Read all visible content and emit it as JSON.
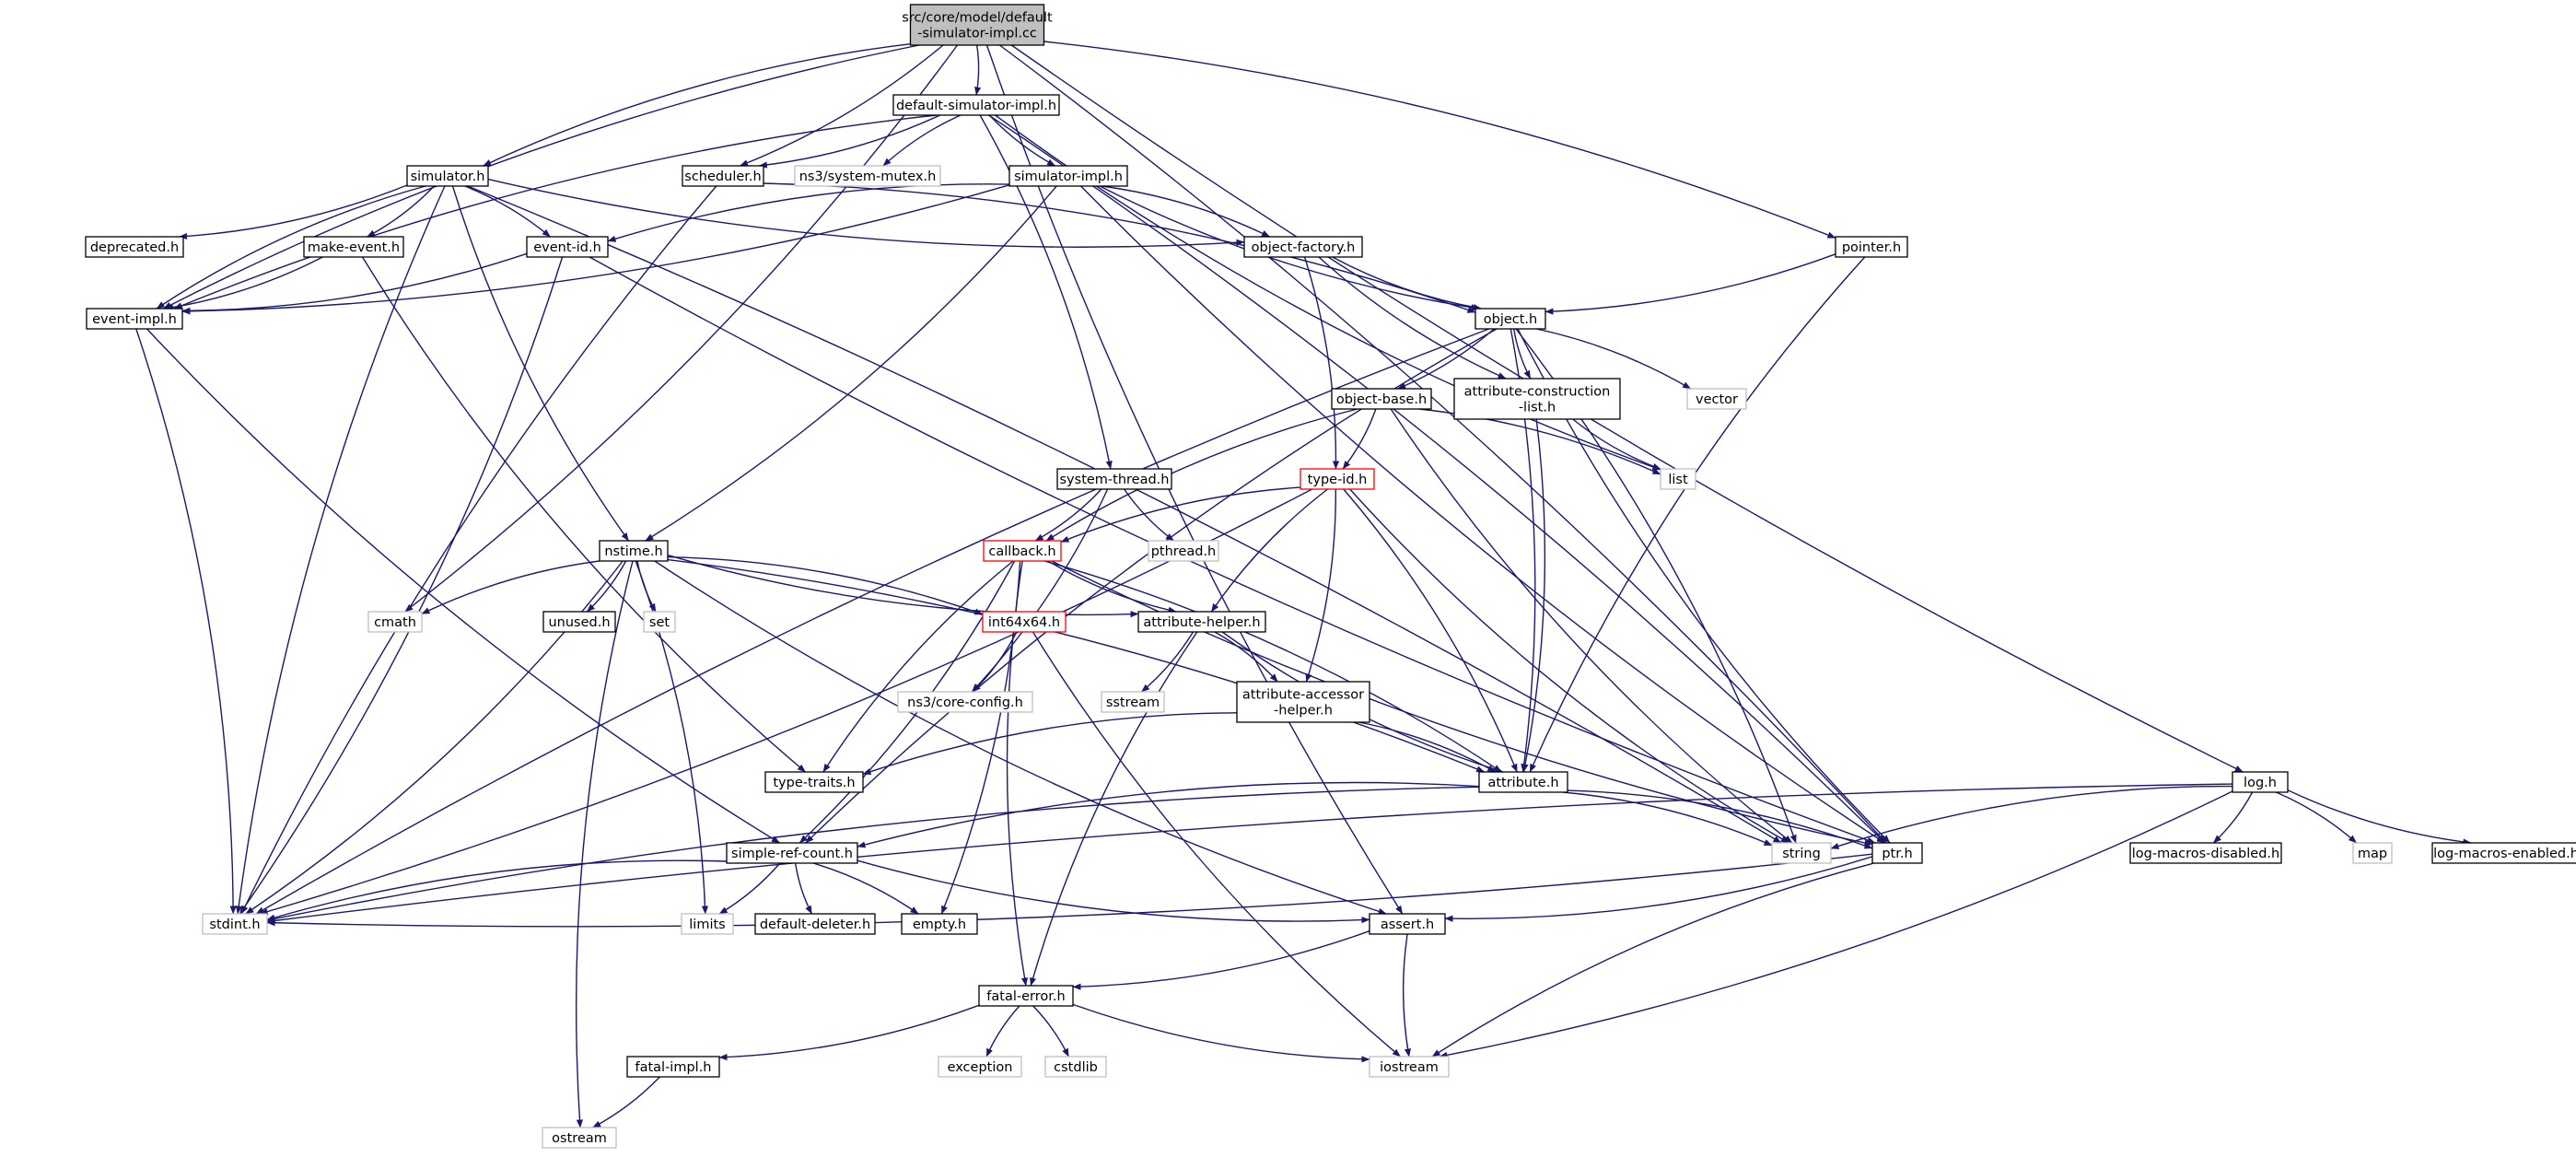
{
  "colors": {
    "edge": "#191970",
    "black_border": "#000000",
    "gray_border": "#bfbfbf",
    "red_border": "#ff0000",
    "root_fill": "#bfbfbf",
    "fill": "#ffffff"
  },
  "nodes": [
    {
      "id": "root",
      "label": [
        "src/core/model/default",
        "-simulator-impl.cc"
      ],
      "style": "root"
    },
    {
      "id": "default_simulator_impl_h",
      "label": [
        "default-simulator-impl.h"
      ],
      "style": "black"
    },
    {
      "id": "simulator_h",
      "label": [
        "simulator.h"
      ],
      "style": "black"
    },
    {
      "id": "scheduler_h",
      "label": [
        "scheduler.h"
      ],
      "style": "black"
    },
    {
      "id": "system_mutex_h",
      "label": [
        "ns3/system-mutex.h"
      ],
      "style": "gray"
    },
    {
      "id": "simulator_impl_h",
      "label": [
        "simulator-impl.h"
      ],
      "style": "black"
    },
    {
      "id": "deprecated_h",
      "label": [
        "deprecated.h"
      ],
      "style": "black"
    },
    {
      "id": "make_event_h",
      "label": [
        "make-event.h"
      ],
      "style": "black"
    },
    {
      "id": "event_id_h",
      "label": [
        "event-id.h"
      ],
      "style": "black"
    },
    {
      "id": "object_factory_h",
      "label": [
        "object-factory.h"
      ],
      "style": "black"
    },
    {
      "id": "pointer_h",
      "label": [
        "pointer.h"
      ],
      "style": "black"
    },
    {
      "id": "event_impl_h",
      "label": [
        "event-impl.h"
      ],
      "style": "black"
    },
    {
      "id": "object_h",
      "label": [
        "object.h"
      ],
      "style": "black"
    },
    {
      "id": "object_base_h",
      "label": [
        "object-base.h"
      ],
      "style": "black"
    },
    {
      "id": "attribute_construction_list_h",
      "label": [
        "attribute-construction",
        "-list.h"
      ],
      "style": "black"
    },
    {
      "id": "vector",
      "label": [
        "vector"
      ],
      "style": "gray"
    },
    {
      "id": "system_thread_h",
      "label": [
        "system-thread.h"
      ],
      "style": "black"
    },
    {
      "id": "type_id_h",
      "label": [
        "type-id.h"
      ],
      "style": "red"
    },
    {
      "id": "list",
      "label": [
        "list"
      ],
      "style": "gray"
    },
    {
      "id": "nstime_h",
      "label": [
        "nstime.h"
      ],
      "style": "black"
    },
    {
      "id": "callback_h",
      "label": [
        "callback.h"
      ],
      "style": "red"
    },
    {
      "id": "pthread_h",
      "label": [
        "pthread.h"
      ],
      "style": "gray"
    },
    {
      "id": "cmath",
      "label": [
        "cmath"
      ],
      "style": "gray"
    },
    {
      "id": "unused_h",
      "label": [
        "unused.h"
      ],
      "style": "black"
    },
    {
      "id": "set",
      "label": [
        "set"
      ],
      "style": "gray"
    },
    {
      "id": "int64x64_h",
      "label": [
        "int64x64.h"
      ],
      "style": "red"
    },
    {
      "id": "attribute_helper_h",
      "label": [
        "attribute-helper.h"
      ],
      "style": "black"
    },
    {
      "id": "core_config_h",
      "label": [
        "ns3/core-config.h"
      ],
      "style": "gray"
    },
    {
      "id": "sstream",
      "label": [
        "sstream"
      ],
      "style": "gray"
    },
    {
      "id": "attribute_accessor_helper_h",
      "label": [
        "attribute-accessor",
        "-helper.h"
      ],
      "style": "black"
    },
    {
      "id": "type_traits_h",
      "label": [
        "type-traits.h"
      ],
      "style": "black"
    },
    {
      "id": "attribute_h",
      "label": [
        "attribute.h"
      ],
      "style": "black"
    },
    {
      "id": "log_h",
      "label": [
        "log.h"
      ],
      "style": "black"
    },
    {
      "id": "string",
      "label": [
        "string"
      ],
      "style": "gray"
    },
    {
      "id": "ptr_h",
      "label": [
        "ptr.h"
      ],
      "style": "black"
    },
    {
      "id": "log_macros_disabled_h",
      "label": [
        "log-macros-disabled.h"
      ],
      "style": "black"
    },
    {
      "id": "map",
      "label": [
        "map"
      ],
      "style": "gray"
    },
    {
      "id": "log_macros_enabled_h",
      "label": [
        "log-macros-enabled.h"
      ],
      "style": "black"
    },
    {
      "id": "simple_ref_count_h",
      "label": [
        "simple-ref-count.h"
      ],
      "style": "black"
    },
    {
      "id": "stdint_h",
      "label": [
        "stdint.h"
      ],
      "style": "gray"
    },
    {
      "id": "limits",
      "label": [
        "limits"
      ],
      "style": "gray"
    },
    {
      "id": "default_deleter_h",
      "label": [
        "default-deleter.h"
      ],
      "style": "black"
    },
    {
      "id": "empty_h",
      "label": [
        "empty.h"
      ],
      "style": "black"
    },
    {
      "id": "assert_h",
      "label": [
        "assert.h"
      ],
      "style": "black"
    },
    {
      "id": "fatal_error_h",
      "label": [
        "fatal-error.h"
      ],
      "style": "black"
    },
    {
      "id": "exception",
      "label": [
        "exception"
      ],
      "style": "gray"
    },
    {
      "id": "cstdlib",
      "label": [
        "cstdlib"
      ],
      "style": "gray"
    },
    {
      "id": "fatal_impl_h",
      "label": [
        "fatal-impl.h"
      ],
      "style": "black"
    },
    {
      "id": "iostream",
      "label": [
        "iostream"
      ],
      "style": "gray"
    },
    {
      "id": "ostream",
      "label": [
        "ostream"
      ],
      "style": "gray"
    }
  ],
  "edges": [
    [
      "root",
      "default_simulator_impl_h"
    ],
    [
      "root",
      "simulator_h"
    ],
    [
      "root",
      "scheduler_h"
    ],
    [
      "root",
      "event_impl_h"
    ],
    [
      "root",
      "pointer_h"
    ],
    [
      "root",
      "log_h"
    ],
    [
      "root",
      "ptr_h"
    ],
    [
      "root",
      "assert_h"
    ],
    [
      "root",
      "cmath"
    ],
    [
      "default_simulator_impl_h",
      "simulator_impl_h"
    ],
    [
      "default_simulator_impl_h",
      "scheduler_h"
    ],
    [
      "default_simulator_impl_h",
      "event_impl_h"
    ],
    [
      "default_simulator_impl_h",
      "system_thread_h"
    ],
    [
      "default_simulator_impl_h",
      "system_mutex_h"
    ],
    [
      "default_simulator_impl_h",
      "ptr_h"
    ],
    [
      "default_simulator_impl_h",
      "list"
    ],
    [
      "simulator_h",
      "event_id_h"
    ],
    [
      "simulator_h",
      "event_impl_h"
    ],
    [
      "simulator_h",
      "make_event_h"
    ],
    [
      "simulator_h",
      "nstime_h"
    ],
    [
      "simulator_h",
      "deprecated_h"
    ],
    [
      "simulator_h",
      "object_factory_h"
    ],
    [
      "simulator_h",
      "string"
    ],
    [
      "simulator_h",
      "stdint_h"
    ],
    [
      "scheduler_h",
      "object_h"
    ],
    [
      "scheduler_h",
      "stdint_h"
    ],
    [
      "simulator_impl_h",
      "event_impl_h"
    ],
    [
      "simulator_impl_h",
      "event_id_h"
    ],
    [
      "simulator_impl_h",
      "nstime_h"
    ],
    [
      "simulator_impl_h",
      "object_h"
    ],
    [
      "simulator_impl_h",
      "object_factory_h"
    ],
    [
      "simulator_impl_h",
      "ptr_h"
    ],
    [
      "make_event_h",
      "event_impl_h"
    ],
    [
      "make_event_h",
      "type_traits_h"
    ],
    [
      "event_id_h",
      "event_impl_h"
    ],
    [
      "event_id_h",
      "ptr_h"
    ],
    [
      "event_id_h",
      "stdint_h"
    ],
    [
      "event_impl_h",
      "simple_ref_count_h"
    ],
    [
      "event_impl_h",
      "stdint_h"
    ],
    [
      "object_factory_h",
      "object_h"
    ],
    [
      "object_factory_h",
      "type_id_h"
    ],
    [
      "object_factory_h",
      "attribute_construction_list_h"
    ],
    [
      "pointer_h",
      "object_h"
    ],
    [
      "pointer_h",
      "attribute_h"
    ],
    [
      "object_h",
      "object_base_h"
    ],
    [
      "object_h",
      "attribute_construction_list_h"
    ],
    [
      "object_h",
      "vector"
    ],
    [
      "object_h",
      "ptr_h"
    ],
    [
      "object_h",
      "attribute_h"
    ],
    [
      "object_h",
      "simple_ref_count_h"
    ],
    [
      "object_h",
      "string"
    ],
    [
      "object_h",
      "stdint_h"
    ],
    [
      "object_base_h",
      "type_id_h"
    ],
    [
      "object_base_h",
      "callback_h"
    ],
    [
      "object_base_h",
      "list"
    ],
    [
      "object_base_h",
      "string"
    ],
    [
      "attribute_construction_list_h",
      "attribute_h"
    ],
    [
      "attribute_construction_list_h",
      "list"
    ],
    [
      "system_thread_h",
      "callback_h"
    ],
    [
      "system_thread_h",
      "pthread_h"
    ],
    [
      "system_thread_h",
      "core_config_h"
    ],
    [
      "type_id_h",
      "callback_h"
    ],
    [
      "type_id_h",
      "attribute_h"
    ],
    [
      "type_id_h",
      "attribute_helper_h"
    ],
    [
      "type_id_h",
      "attribute_accessor_helper_h"
    ],
    [
      "type_id_h",
      "string"
    ],
    [
      "type_id_h",
      "stdint_h"
    ],
    [
      "nstime_h",
      "cmath"
    ],
    [
      "nstime_h",
      "unused_h"
    ],
    [
      "nstime_h",
      "set"
    ],
    [
      "nstime_h",
      "int64x64_h"
    ],
    [
      "nstime_h",
      "attribute_helper_h"
    ],
    [
      "nstime_h",
      "attribute_h"
    ],
    [
      "nstime_h",
      "assert_h"
    ],
    [
      "nstime_h",
      "limits"
    ],
    [
      "nstime_h",
      "ostream"
    ],
    [
      "nstime_h",
      "stdint_h"
    ],
    [
      "callback_h",
      "attribute_helper_h"
    ],
    [
      "callback_h",
      "attribute_h"
    ],
    [
      "callback_h",
      "ptr_h"
    ],
    [
      "callback_h",
      "simple_ref_count_h"
    ],
    [
      "callback_h",
      "type_traits_h"
    ],
    [
      "callback_h",
      "empty_h"
    ],
    [
      "callback_h",
      "fatal_error_h"
    ],
    [
      "int64x64_h",
      "core_config_h"
    ],
    [
      "int64x64_h",
      "iostream"
    ],
    [
      "attribute_helper_h",
      "attribute_accessor_helper_h"
    ],
    [
      "attribute_helper_h",
      "attribute_h"
    ],
    [
      "attribute_helper_h",
      "sstream"
    ],
    [
      "attribute_helper_h",
      "fatal_error_h"
    ],
    [
      "attribute_accessor_helper_h",
      "attribute_h"
    ],
    [
      "attribute_accessor_helper_h",
      "type_traits_h"
    ],
    [
      "attribute_h",
      "ptr_h"
    ],
    [
      "attribute_h",
      "simple_ref_count_h"
    ],
    [
      "attribute_h",
      "string"
    ],
    [
      "attribute_h",
      "stdint_h"
    ],
    [
      "log_h",
      "log_macros_disabled_h"
    ],
    [
      "log_h",
      "log_macros_enabled_h"
    ],
    [
      "log_h",
      "map"
    ],
    [
      "log_h",
      "string"
    ],
    [
      "log_h",
      "iostream"
    ],
    [
      "log_h",
      "stdint_h"
    ],
    [
      "ptr_h",
      "assert_h"
    ],
    [
      "ptr_h",
      "iostream"
    ],
    [
      "ptr_h",
      "stdint_h"
    ],
    [
      "simple_ref_count_h",
      "stdint_h"
    ],
    [
      "simple_ref_count_h",
      "limits"
    ],
    [
      "simple_ref_count_h",
      "default_deleter_h"
    ],
    [
      "simple_ref_count_h",
      "empty_h"
    ],
    [
      "simple_ref_count_h",
      "assert_h"
    ],
    [
      "assert_h",
      "fatal_error_h"
    ],
    [
      "assert_h",
      "iostream"
    ],
    [
      "fatal_error_h",
      "fatal_impl_h"
    ],
    [
      "fatal_error_h",
      "exception"
    ],
    [
      "fatal_error_h",
      "cstdlib"
    ],
    [
      "fatal_error_h",
      "iostream"
    ],
    [
      "fatal_impl_h",
      "ostream"
    ]
  ]
}
